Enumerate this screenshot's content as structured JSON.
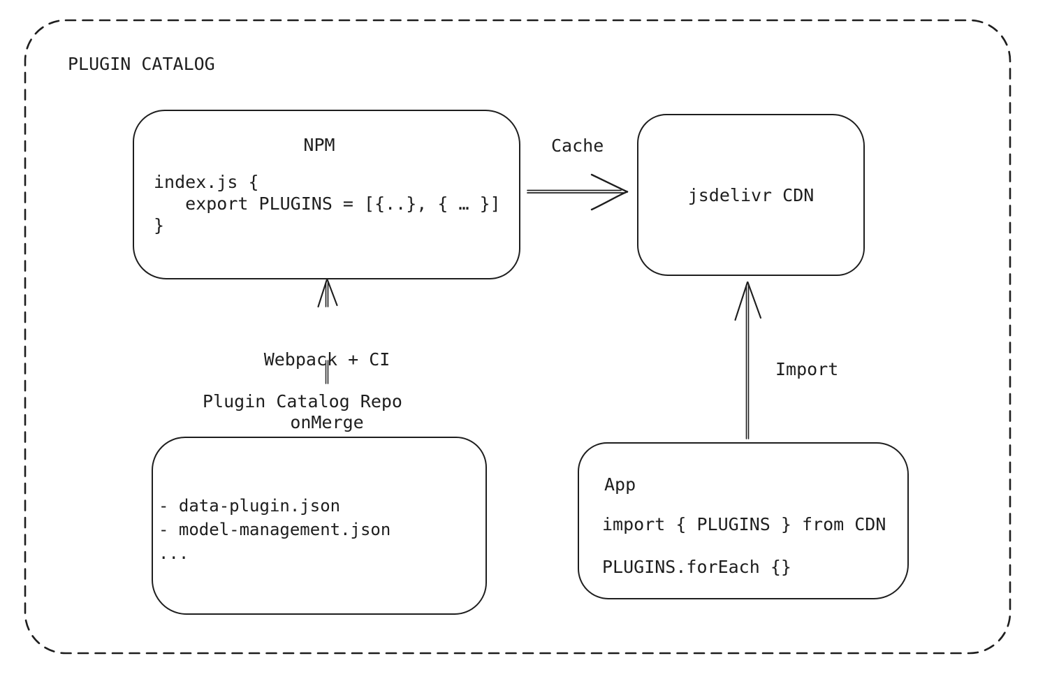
{
  "title": "PLUGIN CATALOG",
  "nodes": {
    "npm": {
      "title": "NPM",
      "code_lines": [
        "index.js {",
        "   export PLUGINS = [{..}, { … }]",
        "}"
      ]
    },
    "cdn": {
      "label": "jsdelivr CDN"
    },
    "repo": {
      "heading": "Plugin Catalog Repo",
      "items": [
        "- data-plugin.json",
        "- model-management.json",
        "..."
      ]
    },
    "app": {
      "title": "App",
      "code_lines": [
        "import { PLUGINS } from CDN",
        "PLUGINS.forEach {}"
      ]
    }
  },
  "edges": {
    "npm_to_cdn": {
      "label": "Cache",
      "direction": "right"
    },
    "repo_to_npm": {
      "label_lines": [
        "Webpack + CI",
        "onMerge"
      ],
      "direction": "up"
    },
    "app_to_cdn": {
      "label": "Import",
      "direction": "up"
    }
  },
  "colors": {
    "ink": "#1e1e1e",
    "background": "#ffffff"
  }
}
